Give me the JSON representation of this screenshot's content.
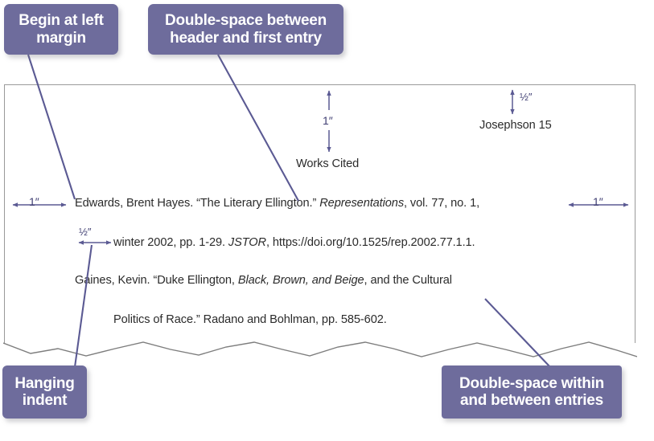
{
  "colors": {
    "callout_bg": "#6e6c9c",
    "callout_text": "#ffffff",
    "arrow": "#5b5a93",
    "page_border": "#9a9a9a",
    "doc_text": "#2b2b2b"
  },
  "callouts": [
    {
      "id": "begin-at-left-margin",
      "lines": [
        "Begin at left",
        "margin"
      ]
    },
    {
      "id": "double-space-header",
      "lines": [
        "Double-space between",
        "header and first entry"
      ]
    },
    {
      "id": "hanging-indent",
      "lines": [
        "Hanging",
        "indent"
      ]
    },
    {
      "id": "double-space-entries",
      "lines": [
        "Double-space within",
        "and between entries"
      ]
    }
  ],
  "callout_text": {
    "left_margin": "Begin at left\nmargin",
    "double_header": "Double-space between\nheader and first entry",
    "hanging_indent": "Hanging\nindent",
    "double_entries": "Double-space within\nand between entries"
  },
  "document": {
    "running_head": "Josephson 15",
    "section_title": "Works Cited",
    "entries": [
      {
        "line1_parts": [
          {
            "text": "Edwards, Brent Hayes. “The Literary Ellington.” ",
            "italic": false
          },
          {
            "text": "Representations",
            "italic": true
          },
          {
            "text": ", vol. 77, no. 1,",
            "italic": false
          }
        ],
        "line2_parts": [
          {
            "text": "winter 2002, pp. 1-29. ",
            "italic": false
          },
          {
            "text": "JSTOR",
            "italic": true
          },
          {
            "text": ", https://doi.org/10.1525/rep.2002.77.1.1.",
            "italic": false
          }
        ]
      },
      {
        "line1_parts": [
          {
            "text": "Gaines, Kevin. “Duke Ellington, ",
            "italic": false
          },
          {
            "text": "Black, Brown, and Beige",
            "italic": true
          },
          {
            "text": ", and the Cultural",
            "italic": false
          }
        ],
        "line2_parts": [
          {
            "text": "Politics of Race.” Radano and Bohlman, pp. 585-602.",
            "italic": false
          }
        ]
      }
    ]
  },
  "measurements": {
    "left_margin": "1″",
    "right_margin": "1″",
    "hanging_indent": "½″",
    "header_gap": "1″",
    "top_margin": "½″"
  }
}
